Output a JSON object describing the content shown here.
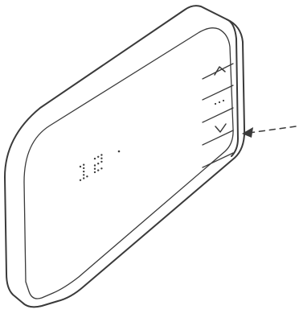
{
  "device": {
    "display": {
      "temperature": "12"
    },
    "buttons": [
      {
        "name": "up-button",
        "icon": "chevron-up-icon"
      },
      {
        "name": "menu-button",
        "icon": "ellipsis-icon"
      },
      {
        "name": "down-button",
        "icon": "chevron-down-icon"
      }
    ]
  },
  "indicator": {
    "icon": "dashed-arrow-icon"
  },
  "colors": {
    "stroke": "#3a3a3a",
    "background": "#ffffff"
  }
}
